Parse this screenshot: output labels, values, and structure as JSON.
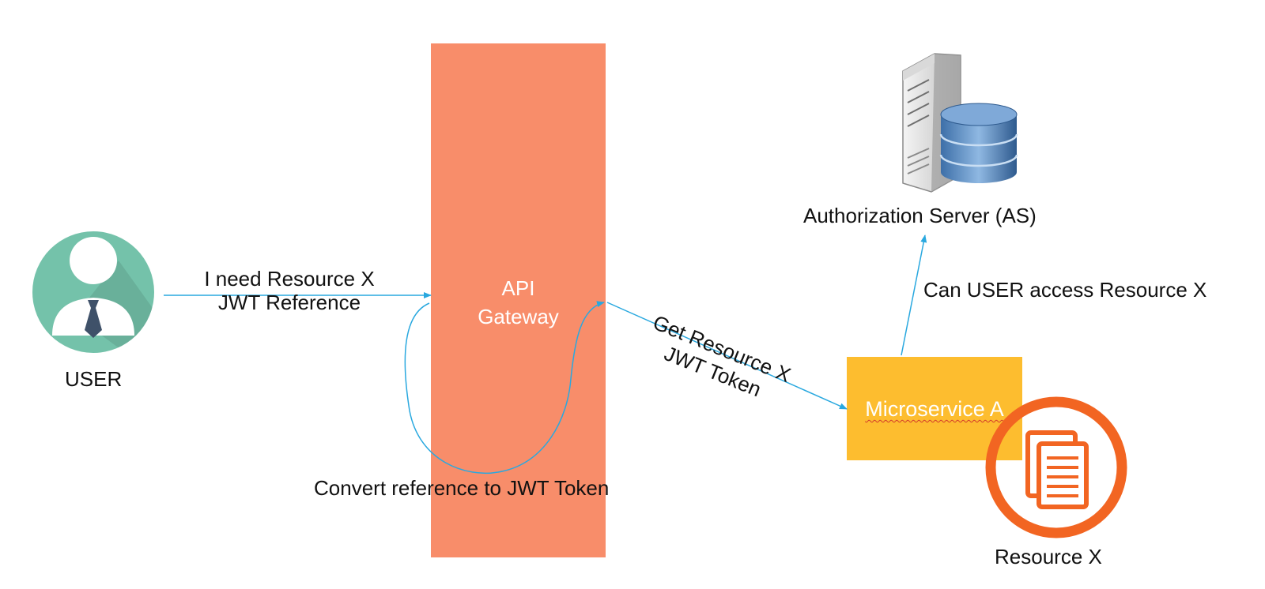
{
  "user": {
    "label": "USER"
  },
  "gateway": {
    "title_line1": "API",
    "title_line2": "Gateway"
  },
  "request_arrow": {
    "line1": "I need Resource X",
    "line2": "JWT Reference"
  },
  "convert_loop": {
    "label": "Convert reference to JWT Token"
  },
  "forward_arrow": {
    "line1": "Get Resource X",
    "line2": "JWT Token"
  },
  "microservice": {
    "label": "Microservice A"
  },
  "auth_arrow": {
    "label": "Can USER access Resource X"
  },
  "auth_server": {
    "label": "Authorization Server (AS)"
  },
  "resource": {
    "label": "Resource X"
  },
  "colors": {
    "gateway": "#f88d6a",
    "microservice": "#fdbd2f",
    "arrow": "#29a8df",
    "user_circle": "#74c2aa",
    "resource_ring": "#f26522"
  }
}
